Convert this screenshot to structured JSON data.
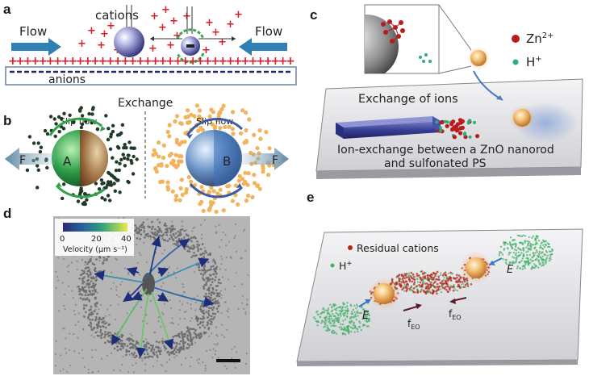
{
  "panels": {
    "a": {
      "label": "a",
      "cations": "cations",
      "flow_left": "Flow",
      "flow_right": "Flow",
      "anions": "anions"
    },
    "b": {
      "label": "b",
      "exchange": "Exchange",
      "slip_left": "Slip flow",
      "slip_right": "Slip flow",
      "sphere_a": "A",
      "sphere_b": "B",
      "f_left": "F",
      "f_right": "F"
    },
    "c": {
      "label": "c",
      "zn_legend": "Zn",
      "zn_sup": "2+",
      "h_legend": "H",
      "h_sup": "+",
      "exchange_title": "Exchange of ions",
      "caption_line1": "Ion-exchange between a ZnO nanorod",
      "caption_line2": "and sulfonated PS"
    },
    "d": {
      "label": "d",
      "colorbar_ticks": [
        "0",
        "20",
        "40"
      ],
      "colorbar_label": "Velocity (μm s⁻¹)"
    },
    "e": {
      "label": "e",
      "residual": "Residual cations",
      "h_legend": "H",
      "h_sup": "+",
      "e_left": "E",
      "e_right": "E",
      "feo_left": "f",
      "feo_right": "f",
      "feo_sub": "EO"
    }
  },
  "colors": {
    "flow_arrow": "#2f7fb5",
    "cation": "#d81e2a",
    "zn_dot": "#b81c1c",
    "h_dot": "#2bb07a",
    "title_red": "#d01818"
  }
}
